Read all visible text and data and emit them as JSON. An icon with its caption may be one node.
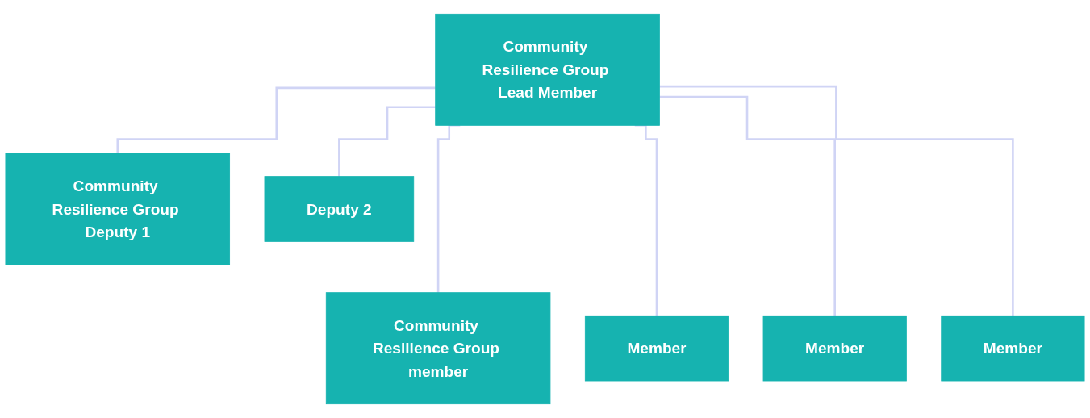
{
  "diagram": {
    "nodes": [
      {
        "text": [
          "Community Resilience Group Lead Member"
        ]
      },
      {
        "text": [
          "Community Resilience Group Deputy 1"
        ]
      },
      {
        "text": [
          "Deputy 2"
        ]
      },
      {
        "text": [
          "Community Resilience Group member"
        ]
      },
      {
        "text": [
          "Member"
        ]
      },
      {
        "text": [
          "Member"
        ]
      },
      {
        "text": [
          "Member"
        ]
      }
    ],
    "edges": [
      {
        "from": 0,
        "to": 1,
        "arrow": "none"
      },
      {
        "from": 0,
        "to": 2,
        "arrow": "none"
      },
      {
        "from": 0,
        "to": 3,
        "arrow": "none"
      },
      {
        "from": 0,
        "to": 4,
        "arrow": "none"
      },
      {
        "from": 0,
        "to": 5,
        "arrow": "none"
      },
      {
        "from": 0,
        "to": 6,
        "arrow": "none"
      }
    ]
  }
}
